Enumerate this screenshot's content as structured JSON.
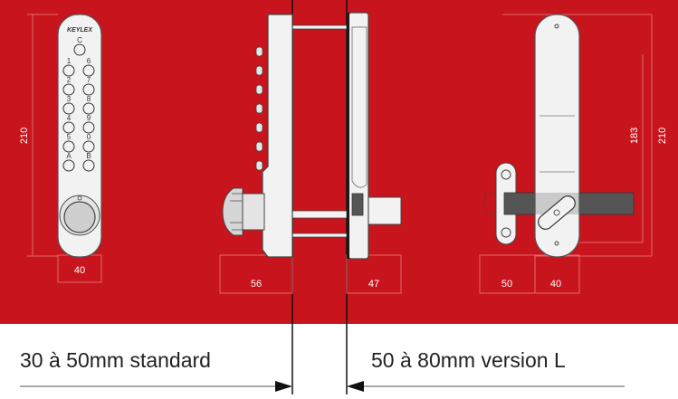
{
  "colors": {
    "background": "#c8141c",
    "metal": "#f2f2f2",
    "outline": "#333333",
    "dimension_line": "#e06a6a",
    "strike_bar": "#555555"
  },
  "brand": "KEYLEX",
  "keypad": {
    "top_key": "C",
    "rows": [
      [
        "1",
        "6"
      ],
      [
        "2",
        "7"
      ],
      [
        "3",
        "8"
      ],
      [
        "4",
        "9"
      ],
      [
        "5",
        "0"
      ],
      [
        "A",
        "B"
      ]
    ]
  },
  "dimensions": {
    "front_height": "210",
    "front_width": "40",
    "side_depth_outer": "56",
    "side_depth_inner": "47",
    "back_strike_width": "50",
    "back_plate_width": "40",
    "back_inner_height": "183",
    "back_outer_height": "210"
  },
  "captions": {
    "standard": "30 à 50mm standard",
    "version_l": "50 à 80mm version L"
  }
}
